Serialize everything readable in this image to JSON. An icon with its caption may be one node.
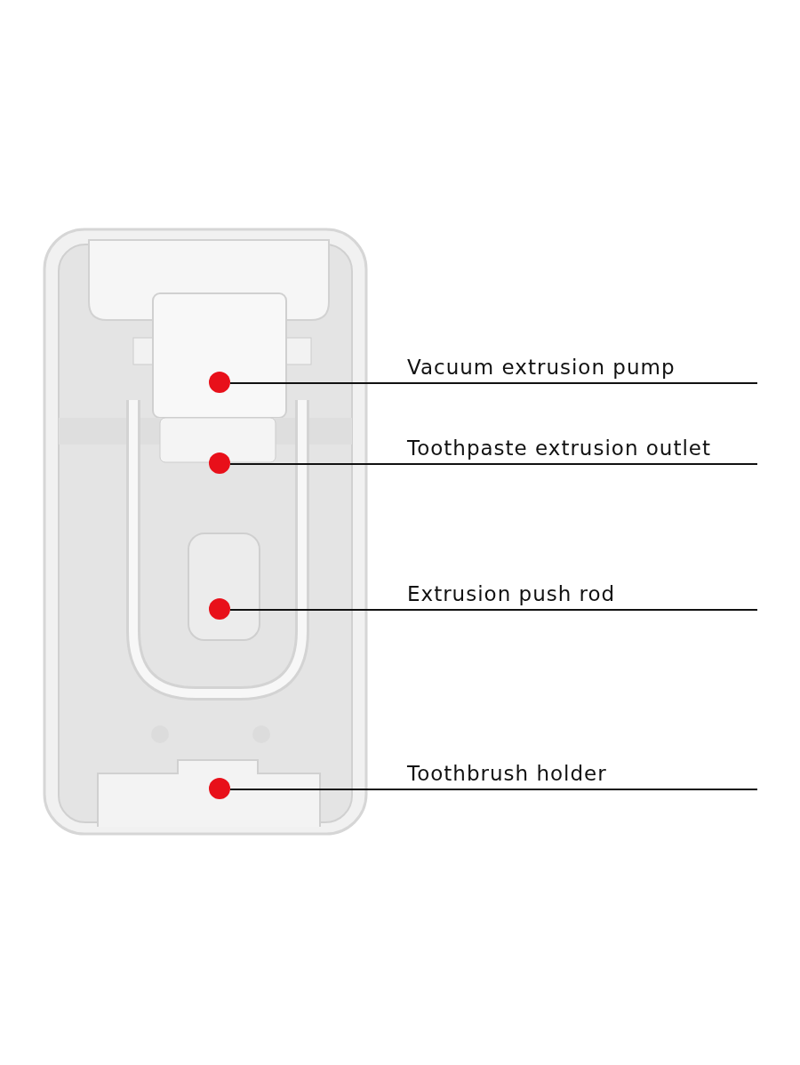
{
  "diagram": {
    "nodes": [
      {
        "text": [
          "Vacuum extrusion pump"
        ]
      },
      {
        "text": [],
        "shape": "circle"
      },
      {
        "text": [
          "Toothpaste extrusion outlet"
        ]
      },
      {
        "text": [],
        "shape": "circle"
      },
      {
        "text": [
          "Extrusion push rod"
        ]
      },
      {
        "text": [],
        "shape": "circle"
      },
      {
        "text": [
          "Toothbrush holder"
        ]
      },
      {
        "text": [],
        "shape": "circle"
      }
    ],
    "edges": [
      {
        "from": 0,
        "to": 1,
        "arrow": "none"
      },
      {
        "from": 2,
        "to": 3,
        "arrow": "none"
      },
      {
        "from": 4,
        "to": 5,
        "arrow": "none"
      },
      {
        "from": 6,
        "to": 7,
        "arrow": "none"
      }
    ]
  }
}
